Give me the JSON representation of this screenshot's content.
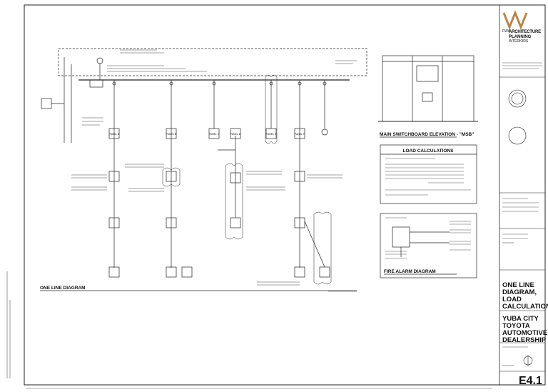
{
  "sheet": {
    "titles": {
      "one_line": "ONE LINE DIAGRAM",
      "switchboard": "MAIN SWITCHBOARD ELEVATION - \"MSB\"",
      "load_calc": "LOAD CALCULATIONS",
      "fire_alarm": "FIRE ALARM DIAGRAM"
    },
    "title_block": {
      "firm_line1": "ARCHITECTURE",
      "firm_line2": "PLANNING",
      "firm_line3": "INTERIORS",
      "firm_prefix": "FWA",
      "sheet_title": "ONE LINE DIAGRAM, LOAD CALCULATIONS",
      "project": "YUBA CITY TOYOTA AUTOMOTIVE DEALERSHIP",
      "sheet_number": "E4.1"
    },
    "panels": [
      {
        "label": "PANEL A"
      },
      {
        "label": "PANEL B"
      },
      {
        "label": "PANEL C"
      },
      {
        "label": "PANEL D"
      },
      {
        "label": "PANEL E"
      },
      {
        "label": "PANEL F"
      }
    ]
  }
}
